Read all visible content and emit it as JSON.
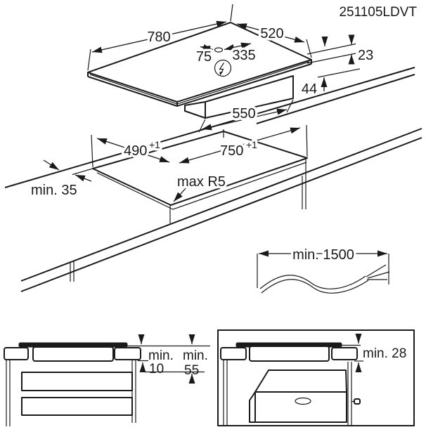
{
  "title": "251105LDVT",
  "colors": {
    "line": "#1a1a1a",
    "background": "#ffffff"
  },
  "hob_view": {
    "width": "780",
    "depth": "520",
    "connection_offset_left": "75",
    "connection_offset_right": "335",
    "profile_height": "23",
    "body_depth_below": "44",
    "body_width": "550",
    "power_icon": "lightning-bolt-circle"
  },
  "cutout_view": {
    "cutout_depth": "490",
    "cutout_depth_tolerance": "+1",
    "cutout_width": "750",
    "cutout_width_tolerance": "+1",
    "corner_radius": "max R5",
    "edge_distance": "min. 35"
  },
  "cable_view": {
    "cable_length": "min. 1500"
  },
  "drawer_clearance_view": {
    "min_label_1": "min.",
    "value_1": "10",
    "min_label_2": "min.",
    "value_2": "55"
  },
  "oven_clearance_view": {
    "clearance": "min. 28"
  }
}
